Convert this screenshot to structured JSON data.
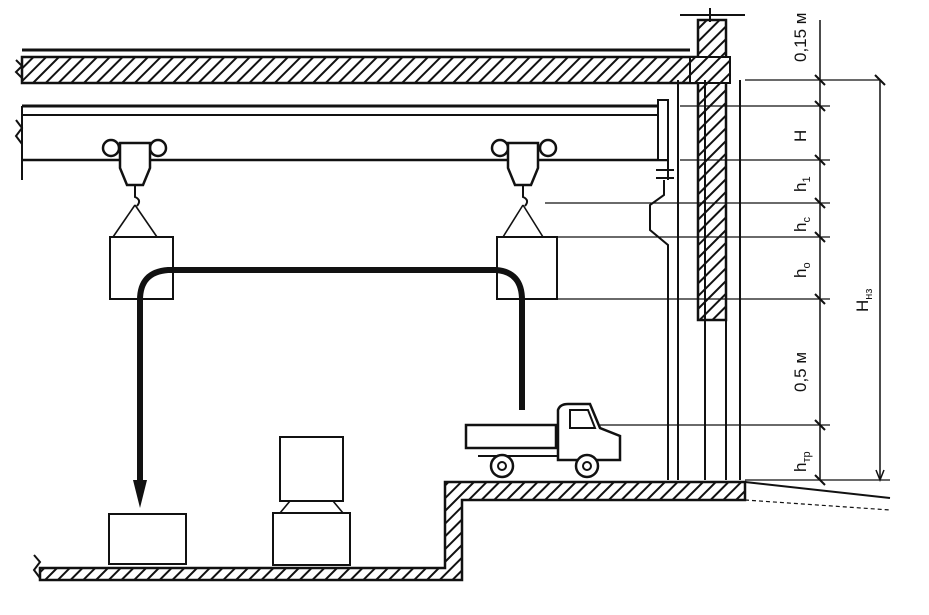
{
  "labels": {
    "top_gap": "0,15 м",
    "crane_height": "H",
    "h1_main": "h",
    "h1_sub": "1",
    "hc_main": "h",
    "hc_sub": "c",
    "ho_main": "h",
    "ho_sub": "o",
    "safety_gap": "0,5 м",
    "htr_main": "h",
    "htr_sub": "тр",
    "total_main": "H",
    "total_sub": "нз"
  },
  "colors": {
    "ink": "#111111",
    "background": "#ffffff"
  },
  "icons": [
    "crane-hook-icon",
    "truck-icon",
    "arrow-down-icon"
  ]
}
